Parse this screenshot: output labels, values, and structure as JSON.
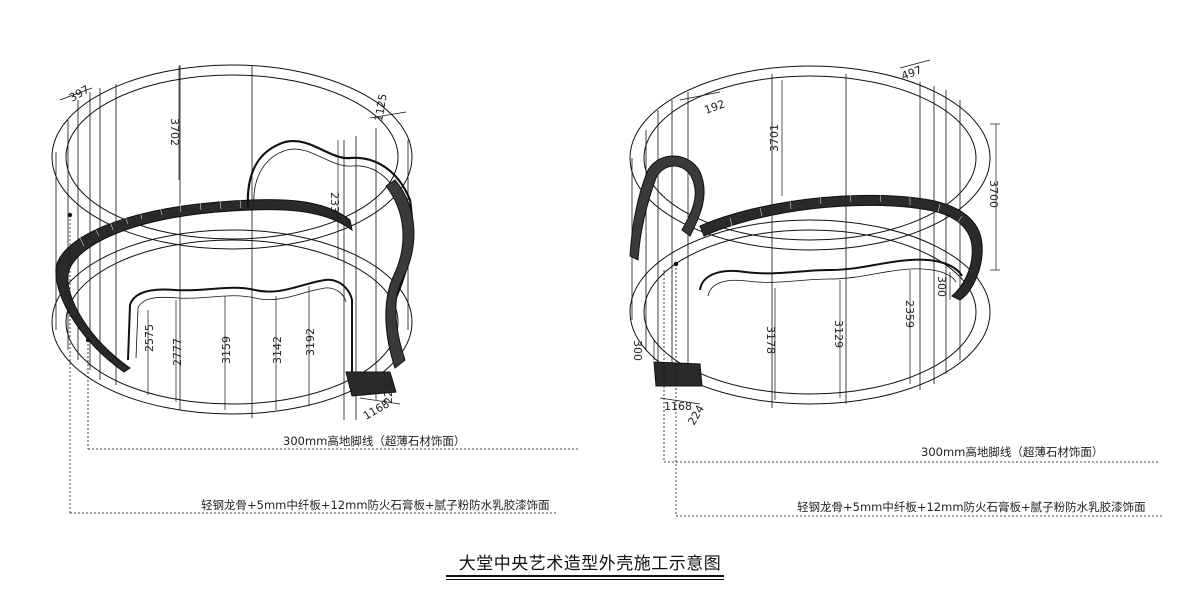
{
  "title": "大堂中央艺术造型外壳施工示意图",
  "left_view": {
    "notes": {
      "baseboard": "300mm高地脚线（超薄石材饰面）",
      "shell": "轻钢龙骨+5mm中纤板+12mm防火石膏板+腻子粉防水乳胶漆饰面"
    },
    "dimensions": {
      "top_width": "397",
      "top_height": "3702",
      "right_height": "2335",
      "side_depth": "1125",
      "h1": "2575",
      "h2": "2777",
      "h3": "3159",
      "h4": "3142",
      "h5": "3192",
      "base_a": "1168",
      "base_b": "224"
    }
  },
  "right_view": {
    "notes": {
      "baseboard": "300mm高地脚线（超薄石材饰面）",
      "shell": "轻钢龙骨+5mm中纤板+12mm防火石膏板+腻子粉防水乳胶漆饰面"
    },
    "dimensions": {
      "top_width": "192",
      "top_right_width": "497",
      "main_height": "3701",
      "right_height": "3700",
      "right_small": "300",
      "h1": "3178",
      "h2": "3129",
      "h3": "2359",
      "left_small": "300",
      "base_a": "1168",
      "base_b": "224"
    }
  }
}
